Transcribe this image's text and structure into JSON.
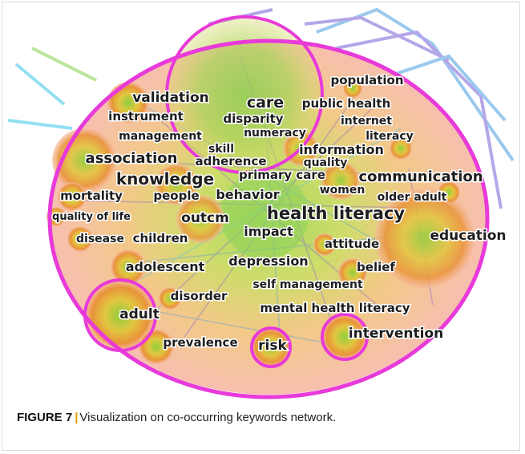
{
  "caption": {
    "label": "FIGURE 7",
    "separator": "|",
    "text": "Visualization on co-occurring keywords network."
  },
  "network": {
    "keywords": [
      "population",
      "validation",
      "care",
      "public health",
      "instrument",
      "disparity",
      "internet",
      "management",
      "numeracy",
      "literacy",
      "skill",
      "information",
      "association",
      "adherence",
      "quality",
      "primary care",
      "communication",
      "knowledge",
      "women",
      "mortality",
      "people",
      "behavior",
      "older adult",
      "health literacy",
      "quality of life",
      "outcm",
      "impact",
      "education",
      "disease",
      "children",
      "attitude",
      "depression",
      "adolescent",
      "belief",
      "self management",
      "disorder",
      "mental health literacy",
      "adult",
      "intervention",
      "prevalence",
      "risk"
    ],
    "colors": {
      "outer_ring": "#e83ad9",
      "cluster_fill": "#f3b8a4",
      "core": "#8ed15a",
      "link_purple": "#7a5fd6",
      "link_blue": "#4a9de0",
      "link_cyan": "#3cc7e8"
    }
  }
}
